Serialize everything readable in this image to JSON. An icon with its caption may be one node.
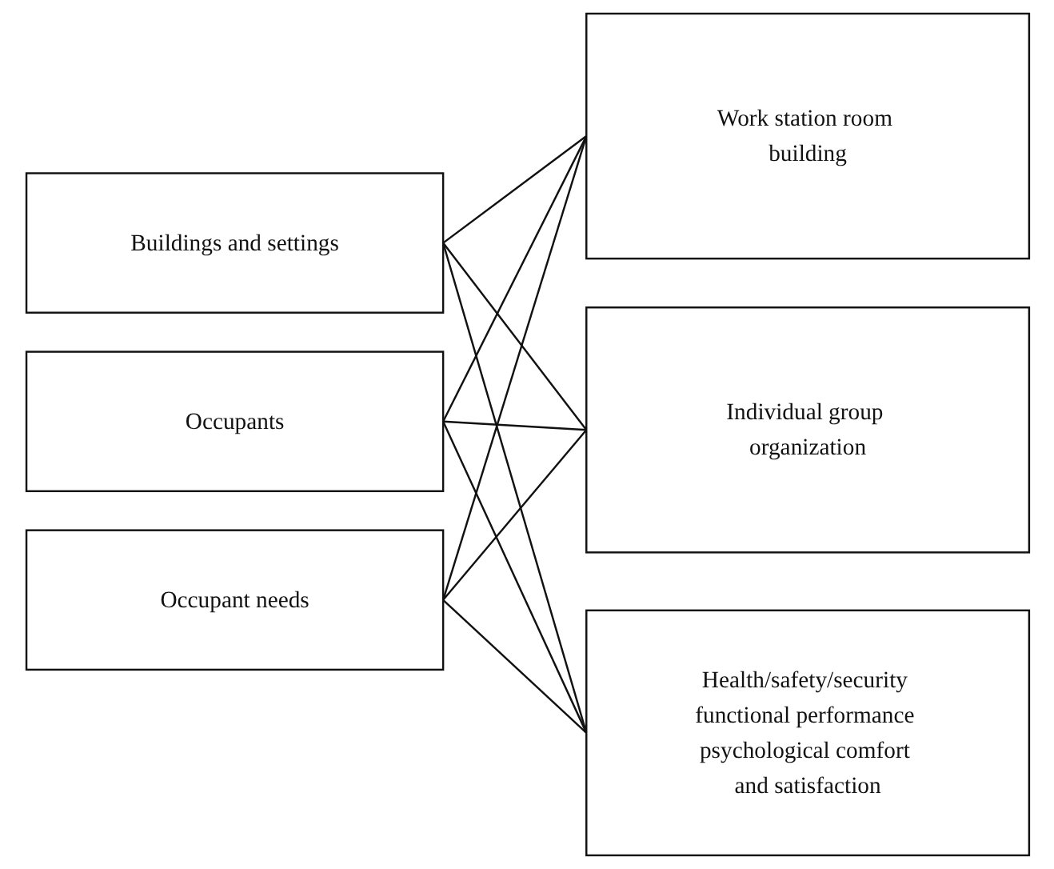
{
  "diagram": {
    "nodes": [
      {
        "text": [
          "Buildings and settings"
        ]
      },
      {
        "text": [
          "Work station room building"
        ]
      },
      {
        "text": [
          "Occupants"
        ]
      },
      {
        "text": [
          "Individual group organization"
        ]
      },
      {
        "text": [
          "Occupant needs"
        ]
      },
      {
        "text": [
          "Health/safety/security functional performance psychological comfort and satisfaction"
        ]
      }
    ],
    "edges": [
      {
        "from": 0,
        "to": 1,
        "arrow": "none"
      },
      {
        "from": 0,
        "to": 3,
        "arrow": "none"
      },
      {
        "from": 0,
        "to": 5,
        "arrow": "none"
      },
      {
        "from": 2,
        "to": 1,
        "arrow": "none"
      },
      {
        "from": 2,
        "to": 3,
        "arrow": "none"
      },
      {
        "from": 2,
        "to": 5,
        "arrow": "none"
      },
      {
        "from": 4,
        "to": 1,
        "arrow": "none"
      },
      {
        "from": 4,
        "to": 3,
        "arrow": "none"
      },
      {
        "from": 4,
        "to": 5,
        "arrow": "none"
      }
    ]
  }
}
